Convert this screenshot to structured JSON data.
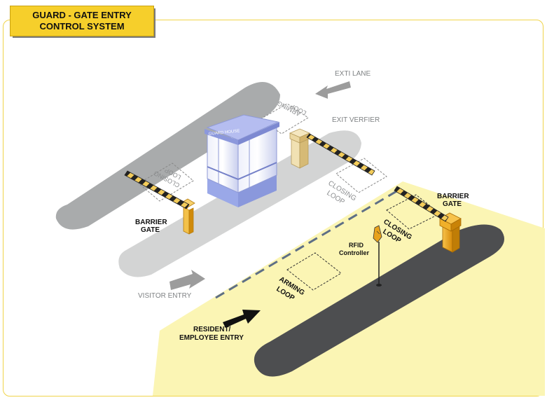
{
  "title": {
    "line1": "GUARD - GATE ENTRY",
    "line2": "CONTROL SYSTEM"
  },
  "labels": {
    "exit_lane": "EXTI LANE",
    "exit_verifier": "EXIT VERFIER",
    "guard_house": "GUARD HOUSE",
    "closing_loop_left_1": "CLOSING",
    "closing_loop_left_2": "LOOP",
    "arming_loop_top_1": "ARMING",
    "arming_loop_top_2": "LOOP",
    "closing_loop_mid_1": "CLOSING",
    "closing_loop_mid_2": "LOOP",
    "barrier_gate_left_1": "BARRIER",
    "barrier_gate_left_2": "GATE",
    "barrier_gate_right_1": "BARRIER",
    "barrier_gate_right_2": "GATE",
    "closing_loop_right_1": "CLOSING",
    "closing_loop_right_2": "LOOP",
    "rfid_1": "RFID",
    "rfid_2": "Controller",
    "arming_loop_bottom_1": "ARMING",
    "arming_loop_bottom_2": "LOOP",
    "visitor_entry": "VISITOR ENTRY",
    "resident_1": "RESIDENT/",
    "resident_2": "EMPLOYEE ENTRY"
  },
  "colors": {
    "yellow_zone": "#fbf5b4",
    "lane_gray": "#d3d4d4",
    "island_gray": "#a9abac",
    "dark_island": "#4d4e50",
    "booth_blue": "#9aa8e8",
    "gate_orange": "#e59a16",
    "verifier_tan": "#e6cf94"
  }
}
